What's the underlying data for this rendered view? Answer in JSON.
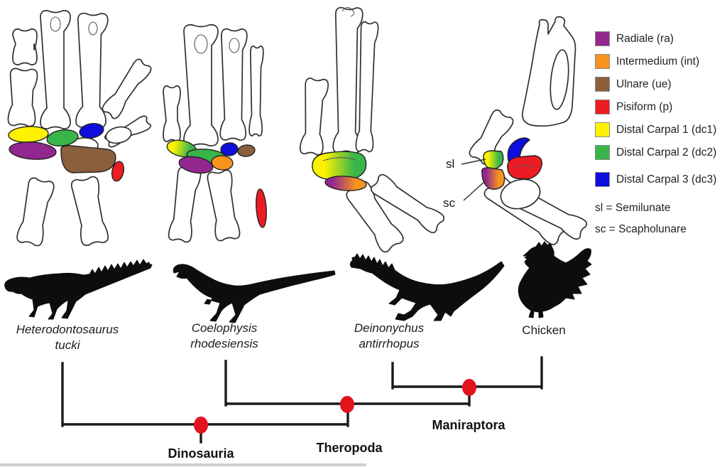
{
  "legend": {
    "items": [
      {
        "id": "ra",
        "label": "Radiale (ra)",
        "color": "#92278F"
      },
      {
        "id": "int",
        "label": "Intermedium (int)",
        "color": "#F7941E"
      },
      {
        "id": "ue",
        "label": "Ulnare (ue)",
        "color": "#8B5E3C"
      },
      {
        "id": "p",
        "label": "Pisiform (p)",
        "color": "#ED1C24"
      },
      {
        "id": "dc1",
        "label": "Distal Carpal 1 (dc1)",
        "color": "#FFF200"
      },
      {
        "id": "dc2",
        "label": "Distal Carpal 2 (dc2)",
        "color": "#39B54A"
      },
      {
        "id": "dc3",
        "label": "Distal Carpal 3 (dc3)",
        "color": "#0E0EDC"
      }
    ],
    "notes": [
      {
        "text": "sl = Semilunate"
      },
      {
        "text": "sc = Scapholunare"
      }
    ]
  },
  "annotations": {
    "sl": "sl",
    "sc": "sc"
  },
  "taxa": [
    {
      "name_line1": "Heterodontosaurus",
      "name_line2": "tucki"
    },
    {
      "name_line1": "Coelophysis",
      "name_line2": "rhodesiensis"
    },
    {
      "name_line1": "Deinonychus",
      "name_line2": "antirrhopus"
    },
    {
      "name_line1": "Chicken",
      "name_line2": ""
    }
  ],
  "tree": {
    "clades": [
      {
        "label": "Dinosauria"
      },
      {
        "label": "Theropoda"
      },
      {
        "label": "Maniraptora"
      }
    ],
    "node_color": "#E1141E",
    "line_color": "#1a1a1a"
  }
}
